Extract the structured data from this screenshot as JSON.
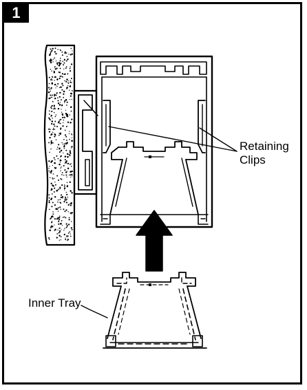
{
  "step": {
    "number": "1"
  },
  "labels": {
    "retaining_clips": [
      "Retaining",
      "Clips"
    ],
    "inner_tray": "Inner Tray"
  },
  "colors": {
    "ink": "#000000",
    "paper": "#ffffff"
  },
  "icons": {
    "arrow": "up-arrow-icon"
  }
}
